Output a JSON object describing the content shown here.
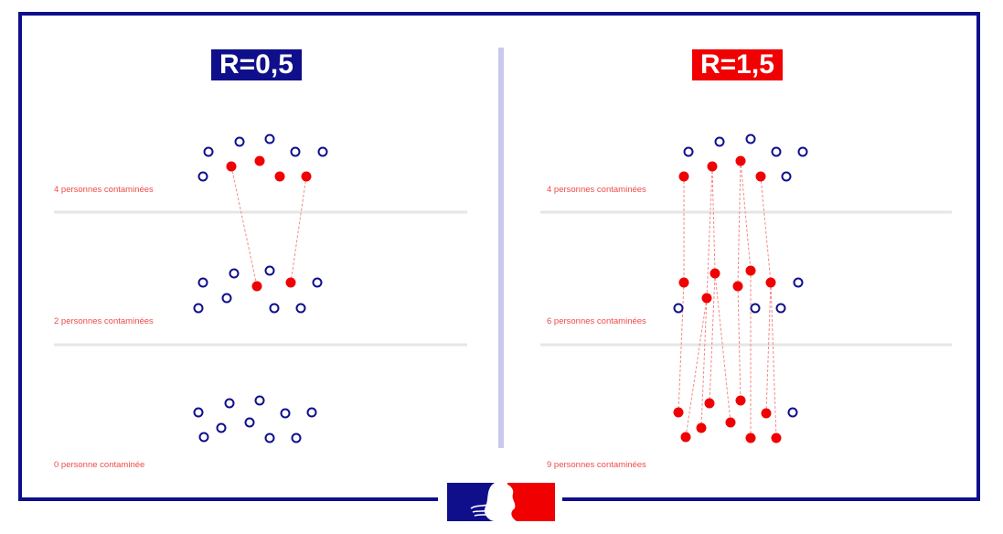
{
  "left_panel": {
    "title": "R=0,5",
    "rows": [
      {
        "label": "4 personnes contaminées",
        "infected": 4
      },
      {
        "label": "2 personnes contaminées",
        "infected": 2
      },
      {
        "label": "0 personne contaminée",
        "infected": 0
      }
    ]
  },
  "right_panel": {
    "title": "R=1,5",
    "rows": [
      {
        "label": "4 personnes contaminées",
        "infected": 4
      },
      {
        "label": "6 personnes contaminées",
        "infected": 6
      },
      {
        "label": "9 personnes contaminées",
        "infected": 9
      }
    ]
  },
  "colors": {
    "blue": "#0f0f8c",
    "red": "#f00000",
    "divider": "#c8c8f0",
    "row_line": "#e6e6e6"
  },
  "logo": {
    "name": "Marianne - République Française"
  }
}
